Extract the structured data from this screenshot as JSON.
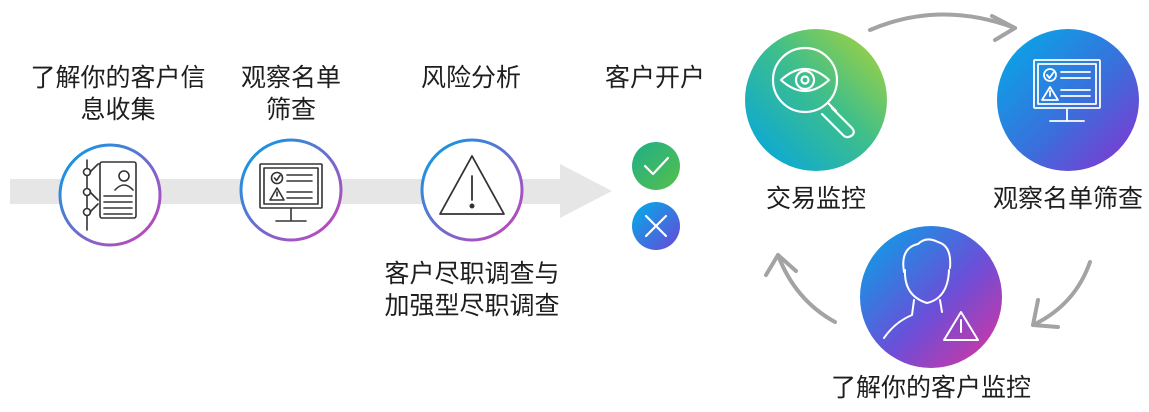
{
  "colors": {
    "gradient_start": "#00a8e8",
    "gradient_mid": "#8ec640",
    "gradient_end": "#7b35d6",
    "ring_start": "#00a0e6",
    "ring_end": "#d13eb8",
    "approve": "#3fb56a",
    "reject": "#1e8be0",
    "arrow": "#9a9a9a",
    "band": "#e6e6e6"
  },
  "process": {
    "steps": [
      {
        "line1": "了解你的客户信",
        "line2": "息收集",
        "icon": "document-checklist-icon"
      },
      {
        "line1": "观察名单",
        "line2": "筛查",
        "icon": "monitor-check-alert-icon"
      },
      {
        "line1": "风险分析",
        "line2": "",
        "icon": "warning-triangle-icon"
      },
      {
        "line1": "客户开户",
        "line2": "",
        "icon": "approve-reject-icon"
      }
    ],
    "risk_note_line1": "客户尽职调查与",
    "risk_note_line2": "加强型尽职调查"
  },
  "cycle": {
    "nodes": [
      {
        "label": "交易监控",
        "icon": "eye-magnifier-icon"
      },
      {
        "label": "观察名单筛查",
        "icon": "monitor-check-alert-icon"
      },
      {
        "label": "了解你的客户监控",
        "icon": "person-alert-icon"
      }
    ]
  }
}
